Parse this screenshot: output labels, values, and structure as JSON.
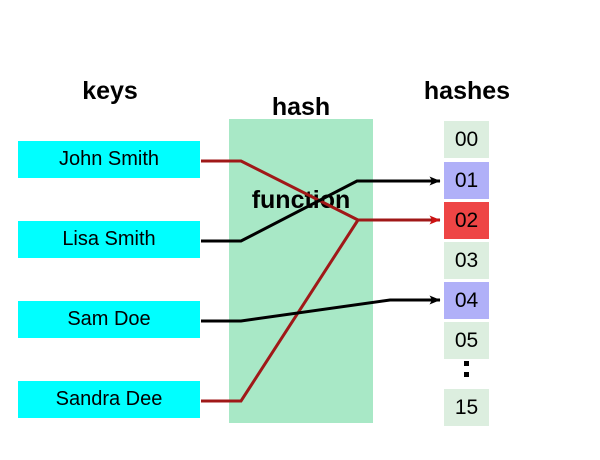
{
  "diagram": {
    "title_columns": {
      "keys": "keys",
      "hash_function_line1": "hash",
      "hash_function_line2": "function",
      "hashes": "hashes"
    },
    "keys": [
      {
        "label": "John Smith",
        "wire_color": "#a01818",
        "target_slot": "02"
      },
      {
        "label": "Lisa Smith",
        "wire_color": "#000000",
        "target_slot": "01"
      },
      {
        "label": "Sam Doe",
        "wire_color": "#000000",
        "target_slot": "04"
      },
      {
        "label": "Sandra Dee",
        "wire_color": "#a01818",
        "target_slot": "02"
      }
    ],
    "slots": [
      {
        "label": "00",
        "state": "empty"
      },
      {
        "label": "01",
        "state": "filled"
      },
      {
        "label": "02",
        "state": "collision"
      },
      {
        "label": "03",
        "state": "empty"
      },
      {
        "label": "04",
        "state": "filled"
      },
      {
        "label": "05",
        "state": "empty"
      },
      {
        "label": "15",
        "state": "empty"
      }
    ],
    "ellipsis": ":",
    "colors": {
      "key_box": "#00ffff",
      "hash_band": "#a8e8c6",
      "slot_empty": "#dceedf",
      "slot_filled": "#b0b0f8",
      "slot_collision": "#ee4545",
      "wire_black": "#000000",
      "wire_red": "#a01818",
      "arrow_red": "#cc1111",
      "text": "#000000"
    }
  }
}
